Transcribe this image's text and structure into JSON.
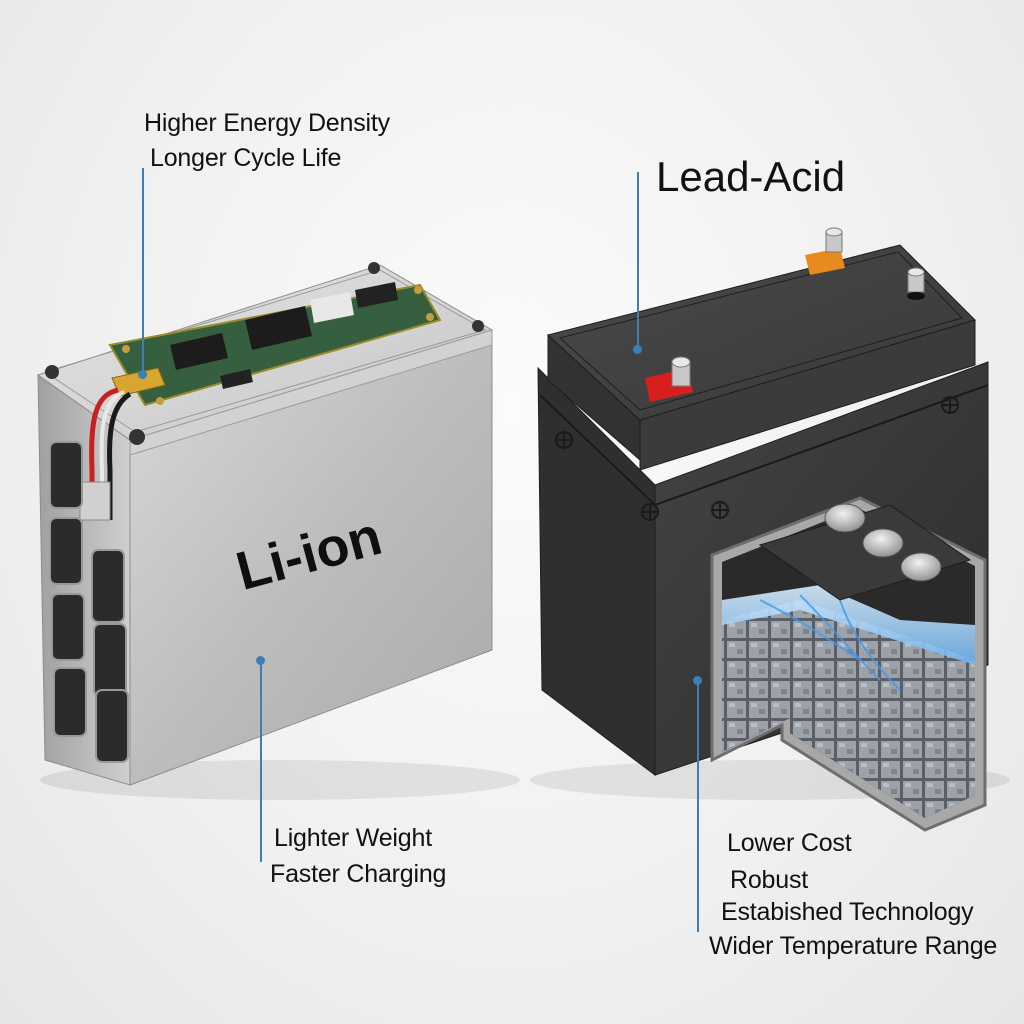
{
  "figure": {
    "type": "battery-comparison-illustration",
    "accent_color": "#3c7fb6"
  },
  "li_ion": {
    "name": "Li-ion",
    "case_color": "#b9b9b9",
    "top_callouts": [
      "Higher Energy Density",
      "Longer Cycle Life"
    ],
    "bottom_callouts": [
      "Lighter Weight",
      "Faster Charging"
    ],
    "components": [
      "circuit-board",
      "red-wire",
      "black-wire",
      "cell-pads",
      "aluminum-case"
    ]
  },
  "lead_acid": {
    "name": "Lead-Acid",
    "case_color": "#3a3a3a",
    "terminal_colors": {
      "positive": "#d81f1f",
      "marker": "#e98a1f"
    },
    "bottom_callouts": [
      "Lower Cost",
      "Robust",
      "Estabished Technology",
      "Wider Temperature Range"
    ],
    "components": [
      "positive-terminal",
      "negative-terminal",
      "vent-caps",
      "lead-plates",
      "electrolyte"
    ]
  }
}
